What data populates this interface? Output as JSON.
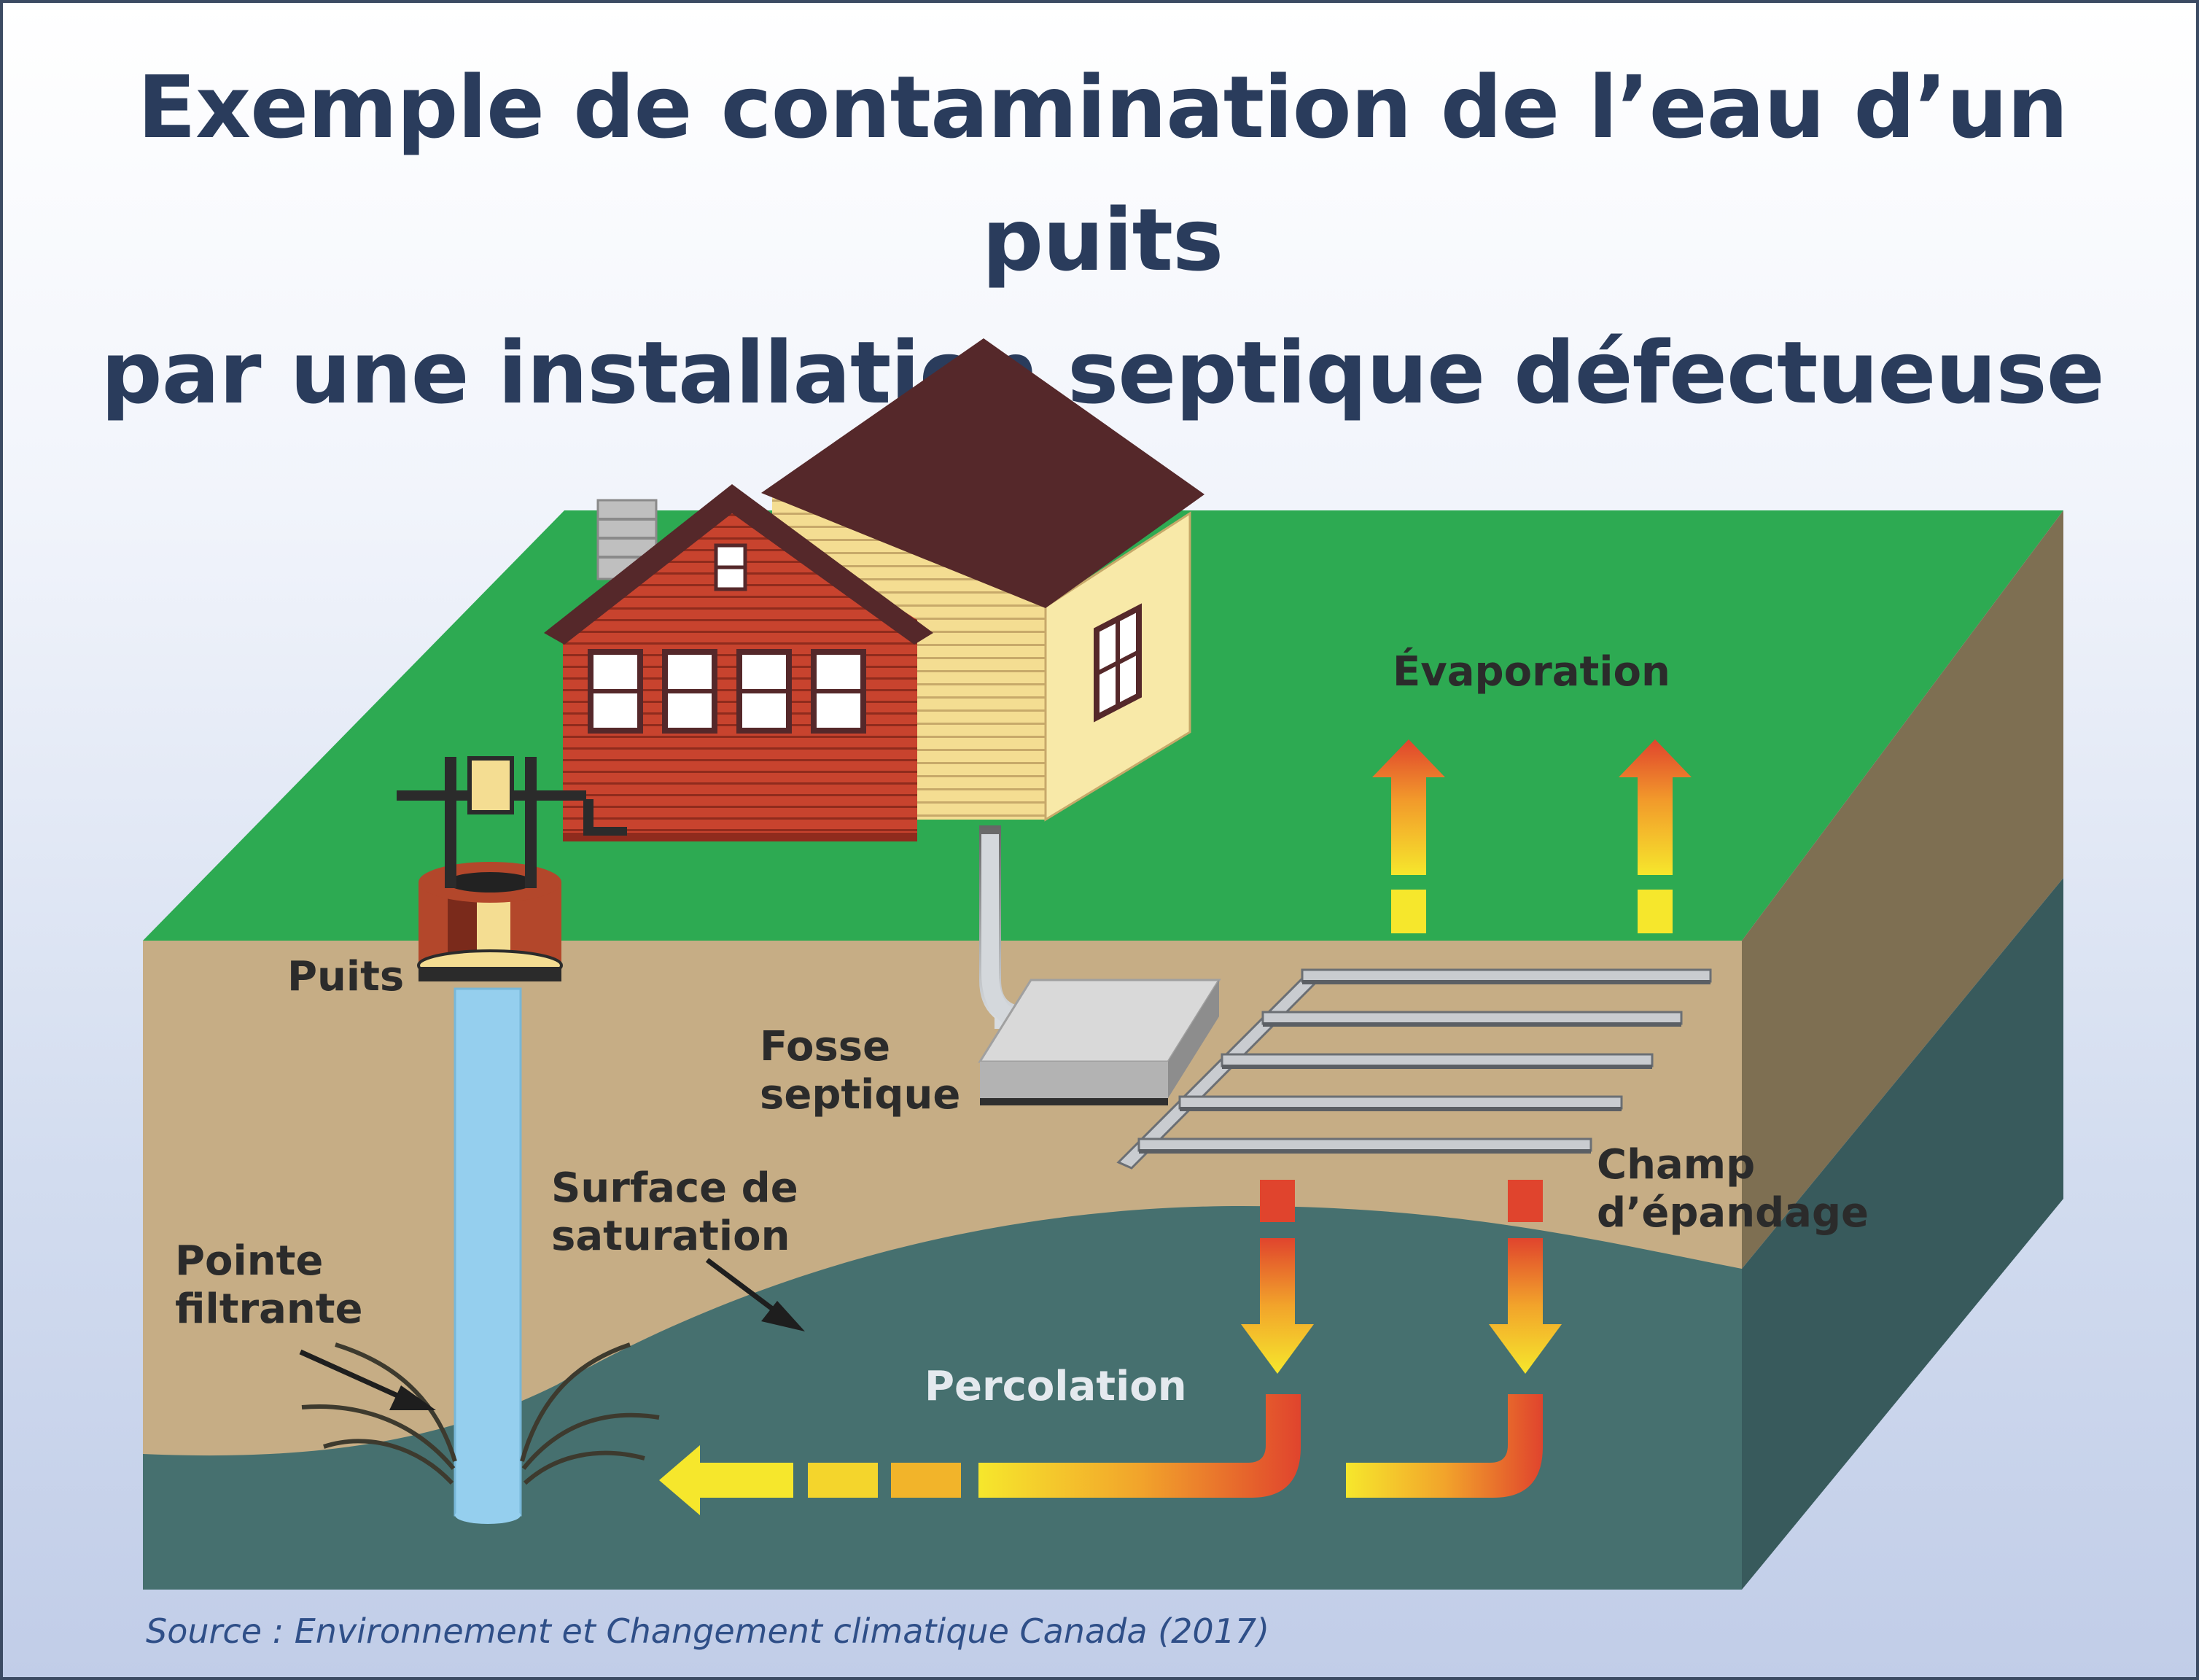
{
  "title": {
    "line1": "Exemple de contamination de l’eau d’un puits",
    "line2": "par une installation septique défectueuse"
  },
  "labels": {
    "evaporation": "Évaporation",
    "well": "Puits",
    "septic_tank_line1": "Fosse",
    "septic_tank_line2": "septique",
    "drain_field_line1": "Champ",
    "drain_field_line2": "d’épandage",
    "saturation_line1": "Surface de",
    "saturation_line2": "saturation",
    "well_point_line1": "Pointe",
    "well_point_line2": "filtrante",
    "percolation": "Percolation"
  },
  "source": "Source : Environnement et Changement climatique Canada (2017)",
  "colors": {
    "grass": "#2daa52",
    "soil": "#c6ad85",
    "soil_side": "#7e6f52",
    "groundwater": "#46706f",
    "groundwater_side": "#385a5c",
    "house_red": "#c8432e",
    "house_yellow": "#f4dd92",
    "roof": "#55282a",
    "well_water": "#95cfee",
    "title": "#2a3c5c",
    "source": "#2f4f88"
  }
}
